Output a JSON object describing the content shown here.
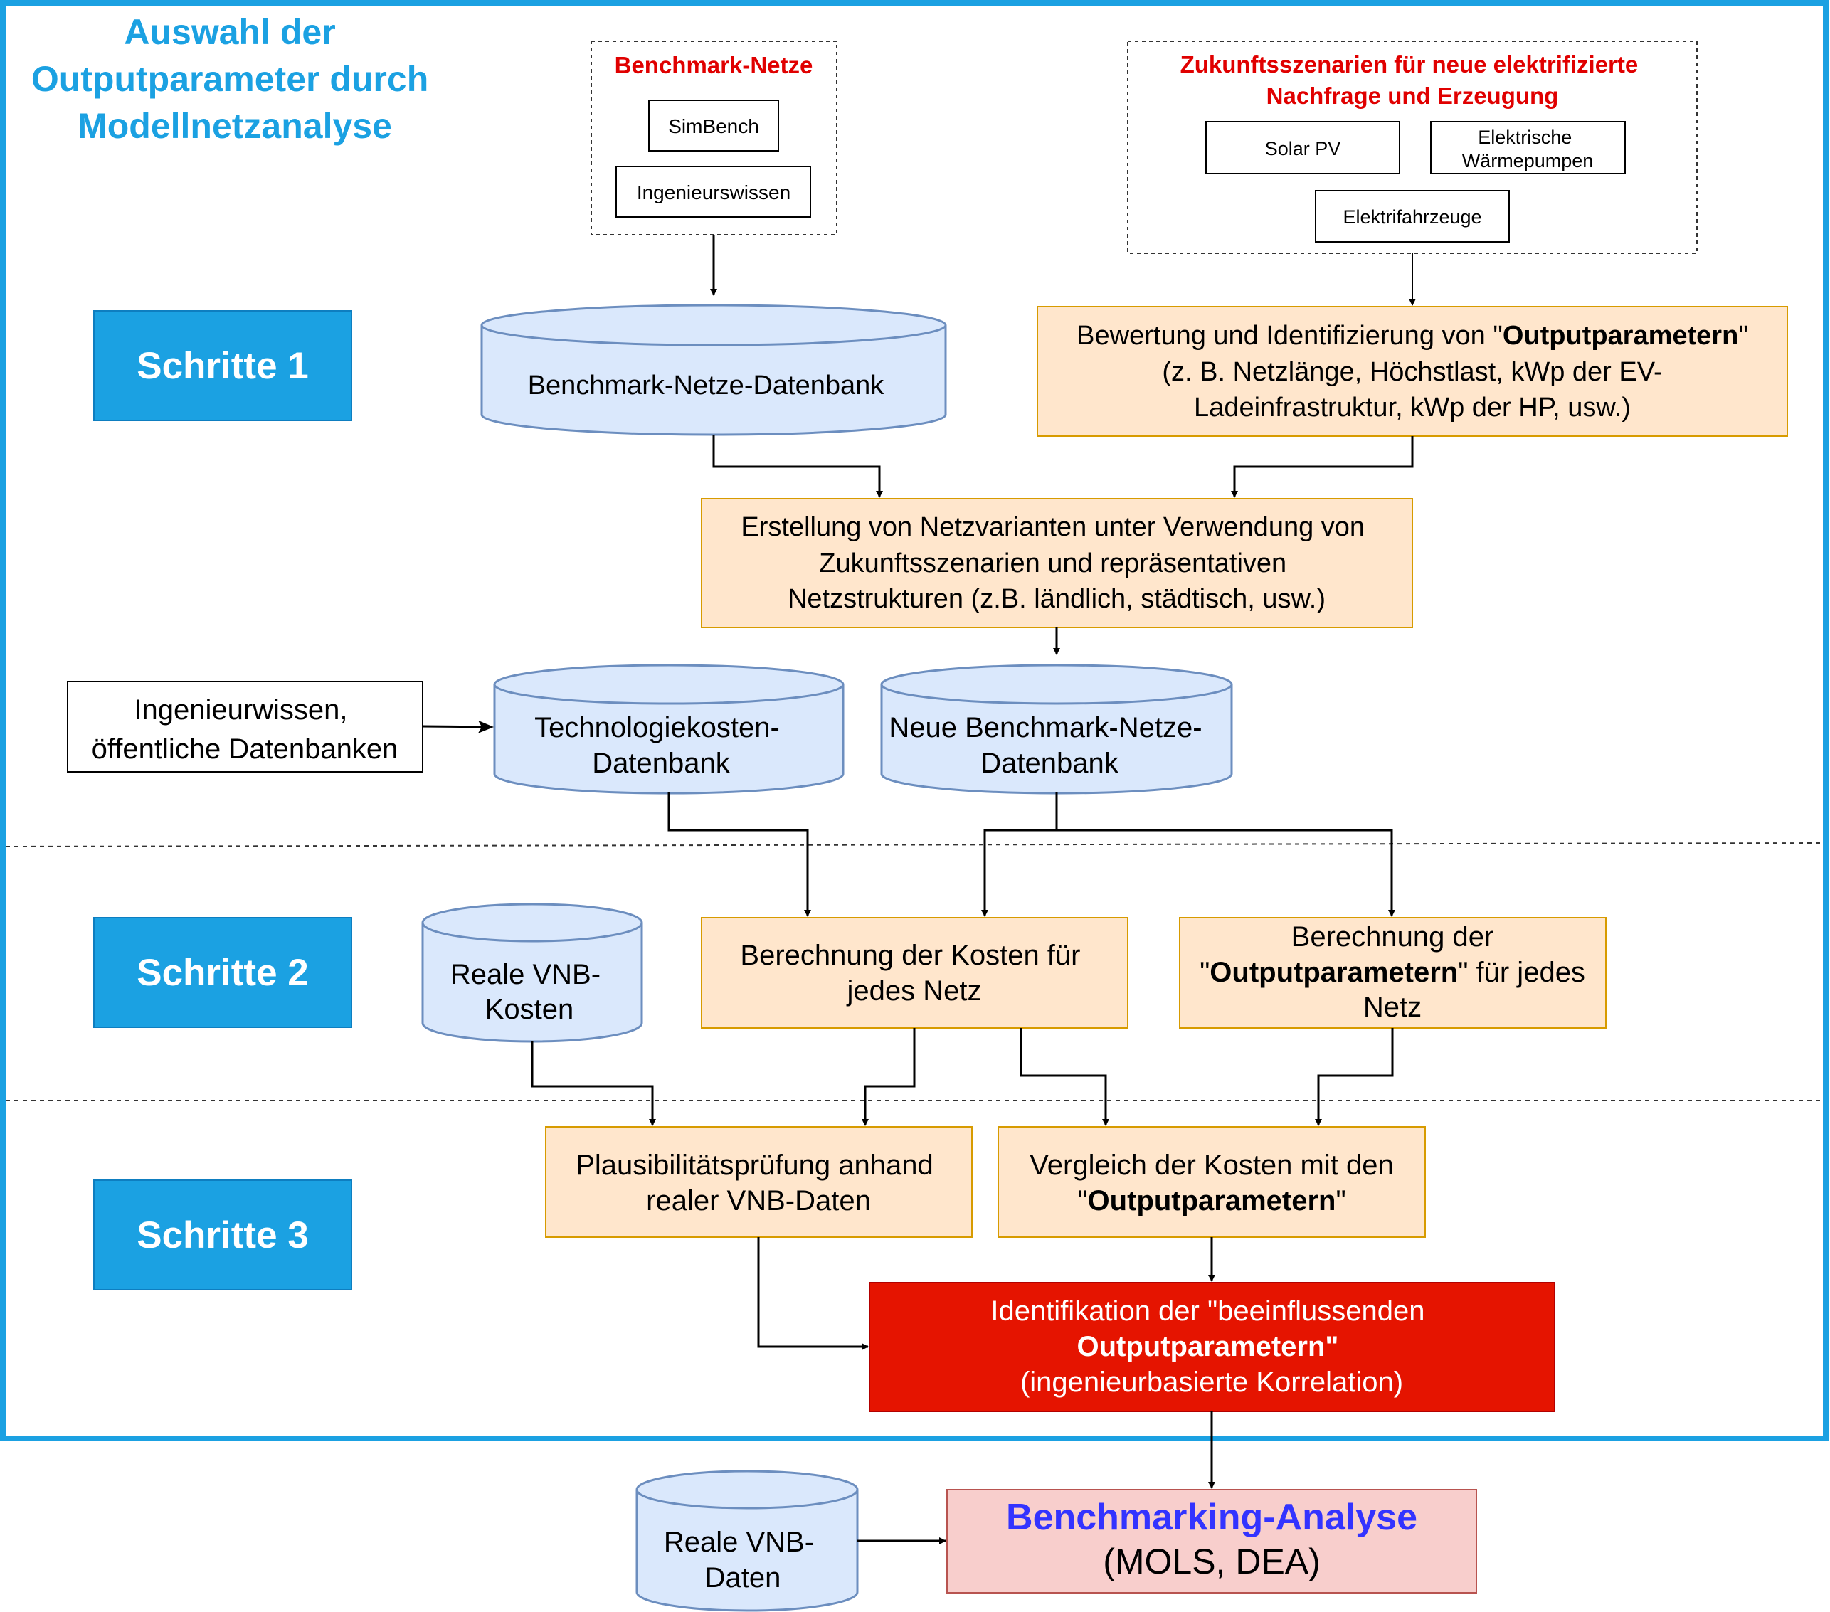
{
  "title": [
    "Auswahl der",
    "Outputparameter durch",
    "Modellnetzanalyse"
  ],
  "steps": {
    "s1": "Schritte 1",
    "s2": "Schritte 2",
    "s3": "Schritte 3"
  },
  "benchmark_netze": {
    "title": "Benchmark-Netze",
    "simbench": "SimBench",
    "ingenieur": "Ingenieurswissen"
  },
  "zukunft": {
    "title": [
      "Zukunftsszenarien für neue elektrifizierte",
      "Nachfrage und Erzeugung"
    ],
    "solar": "Solar PV",
    "waerme": [
      "Elektrische",
      "Wärmepumpen"
    ],
    "ev": "Elektrifahrzeuge"
  },
  "db_benchmark": "Benchmark-Netze-Datenbank",
  "bewertung": {
    "pre": "Bewertung und Identifizierung von \"",
    "bold": "Outputparametern",
    "post": "\"",
    "line2": "(z. B. Netzlänge, Höchstlast, kWp der EV-",
    "line3": "Ladeinfrastruktur, kWp der HP, usw.)"
  },
  "erstellung": [
    "Erstellung von Netzvarianten unter Verwendung von",
    "Zukunftsszenarien und repräsentativen",
    "Netzstrukturen (z.B. ländlich, städtisch, usw.)"
  ],
  "ingenieur_oeff": [
    "Ingenieurwissen,",
    "öffentliche Datenbanken"
  ],
  "db_tech": [
    "Technologiekosten-",
    "Datenbank"
  ],
  "db_neue": [
    "Neue Benchmark-Netze-",
    "Datenbank"
  ],
  "db_vnb_kosten": [
    "Reale VNB-",
    "Kosten"
  ],
  "kosten": [
    "Berechnung der Kosten für",
    "jedes Netz"
  ],
  "outputberechnung": {
    "line1": "Berechnung der",
    "pre": "\"",
    "bold": "Outputparametern",
    "post": "\" für jedes",
    "line3": "Netz"
  },
  "plausibel": [
    "Plausibilitätsprüfung anhand",
    "realer VNB-Daten"
  ],
  "vergleich": {
    "line1": "Vergleich der Kosten mit den",
    "pre": "\"",
    "bold": "Outputparametern",
    "post": "\""
  },
  "identifikation": {
    "line1": "Identifikation der \"beeinflussenden",
    "bold": "Outputparametern\"",
    "line3": "(ingenieurbasierte Korrelation)"
  },
  "db_vnb_daten": [
    "Reale VNB-",
    "Daten"
  ],
  "benchmarking": {
    "title": "Benchmarking-Analyse",
    "sub": "(MOLS, DEA)"
  },
  "colors": {
    "frame": "#1ba1e2",
    "step_fill": "#1ba1e2",
    "db_fill": "#dae8fc",
    "db_stroke": "#6c8ebf",
    "process_fill": "#ffe6cc",
    "process_stroke": "#d79b00",
    "red_fill": "#e51400",
    "red_stroke": "#b20000",
    "red_text": "#e00000",
    "final_fill": "#f8cecc",
    "final_stroke": "#b85450",
    "final_title": "#3333ff"
  }
}
